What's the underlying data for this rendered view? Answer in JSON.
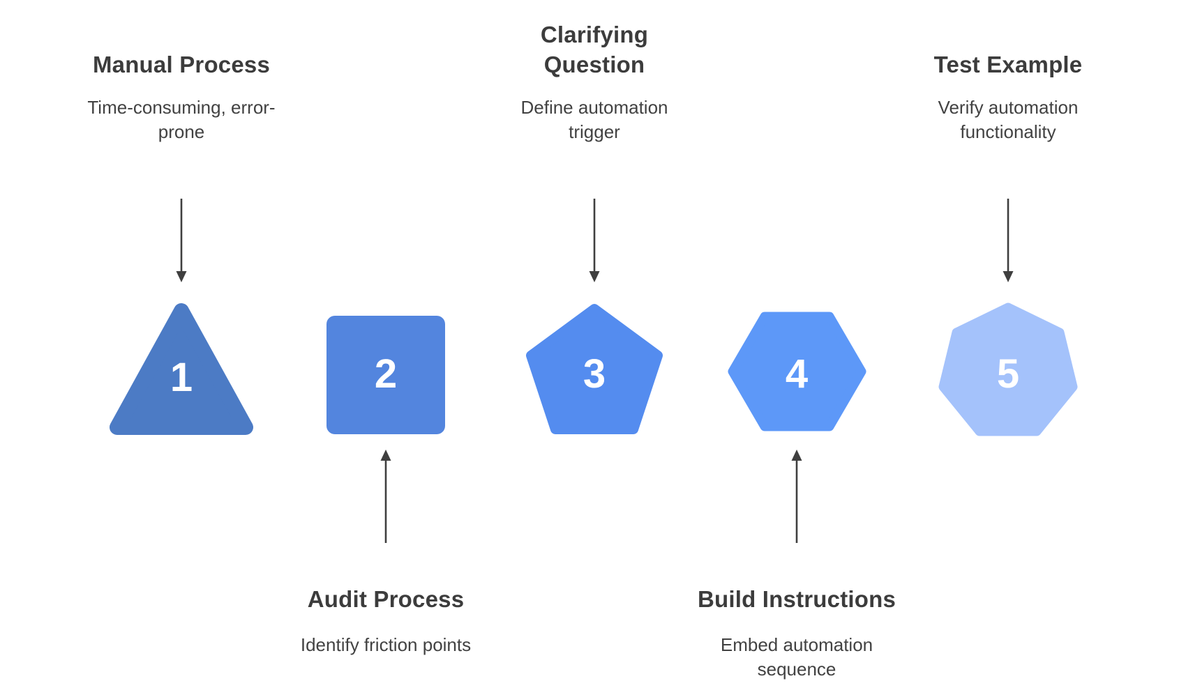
{
  "diagram_title": "",
  "colors": {
    "step1": "#4c7bc5",
    "step2": "#5385de",
    "step3": "#548cef",
    "step4": "#5d98f8",
    "step5": "#a4c2fb",
    "text": "#3d3d3d",
    "arrow": "#3f3f3f",
    "number": "#ffffff",
    "background": "#ffffff"
  },
  "steps": [
    {
      "number": "1",
      "title": "Manual Process",
      "subtitle": "Time-consuming, error-prone",
      "shape": "triangle",
      "color": "#4c7bc5",
      "label_position": "top"
    },
    {
      "number": "2",
      "title": "Audit Process",
      "subtitle": "Identify friction points",
      "shape": "square",
      "color": "#5385de",
      "label_position": "bottom"
    },
    {
      "number": "3",
      "title": "Clarifying Question",
      "subtitle": "Define automation trigger",
      "shape": "pentagon",
      "color": "#548cef",
      "label_position": "top"
    },
    {
      "number": "4",
      "title": "Build Instructions",
      "subtitle": "Embed automation sequence",
      "shape": "hexagon",
      "color": "#5d98f8",
      "label_position": "bottom"
    },
    {
      "number": "5",
      "title": "Test Example",
      "subtitle": "Verify automation functionality",
      "shape": "heptagon",
      "color": "#a4c2fb",
      "label_position": "top"
    }
  ]
}
